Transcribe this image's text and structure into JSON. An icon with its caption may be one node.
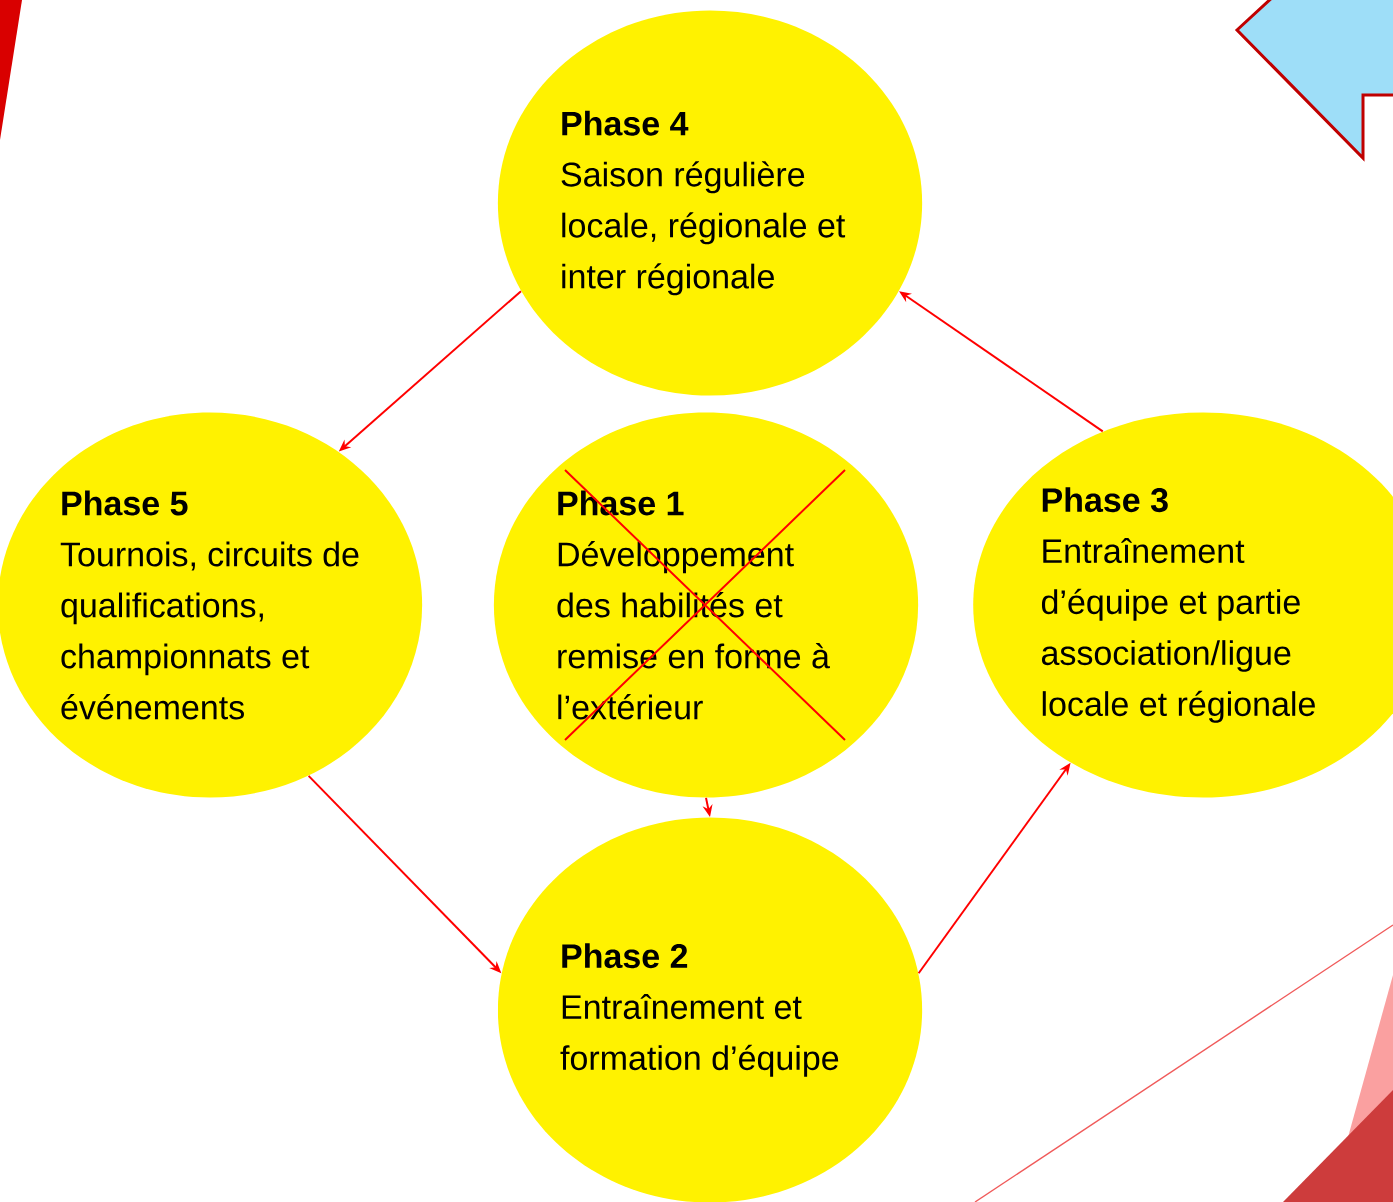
{
  "diagram": {
    "nodes": [
      {
        "text": [
          "Phase 4",
          "Saison régulière locale, régionale et inter régionale"
        ]
      },
      {
        "text": [
          "Phase 5",
          "Tournois, circuits de qualifications, championnats et événements"
        ]
      },
      {
        "text": [
          "Phase 1",
          "Développement des habilités et remise en forme à l’extérieur"
        ]
      },
      {
        "text": [
          "Phase 3",
          "Entraînement d’équipe et partie association/ligue locale et régionale"
        ]
      },
      {
        "text": [
          "Phase 2",
          "Entraînement et formation d’équipe"
        ]
      }
    ],
    "edges": [
      {
        "from": 0,
        "to": 1,
        "arrow": "to"
      },
      {
        "from": 1,
        "to": 4,
        "arrow": "to"
      },
      {
        "from": 2,
        "to": 4,
        "arrow": "to"
      },
      {
        "from": 4,
        "to": 3,
        "arrow": "to"
      },
      {
        "from": 3,
        "to": 0,
        "arrow": "to"
      }
    ]
  }
}
